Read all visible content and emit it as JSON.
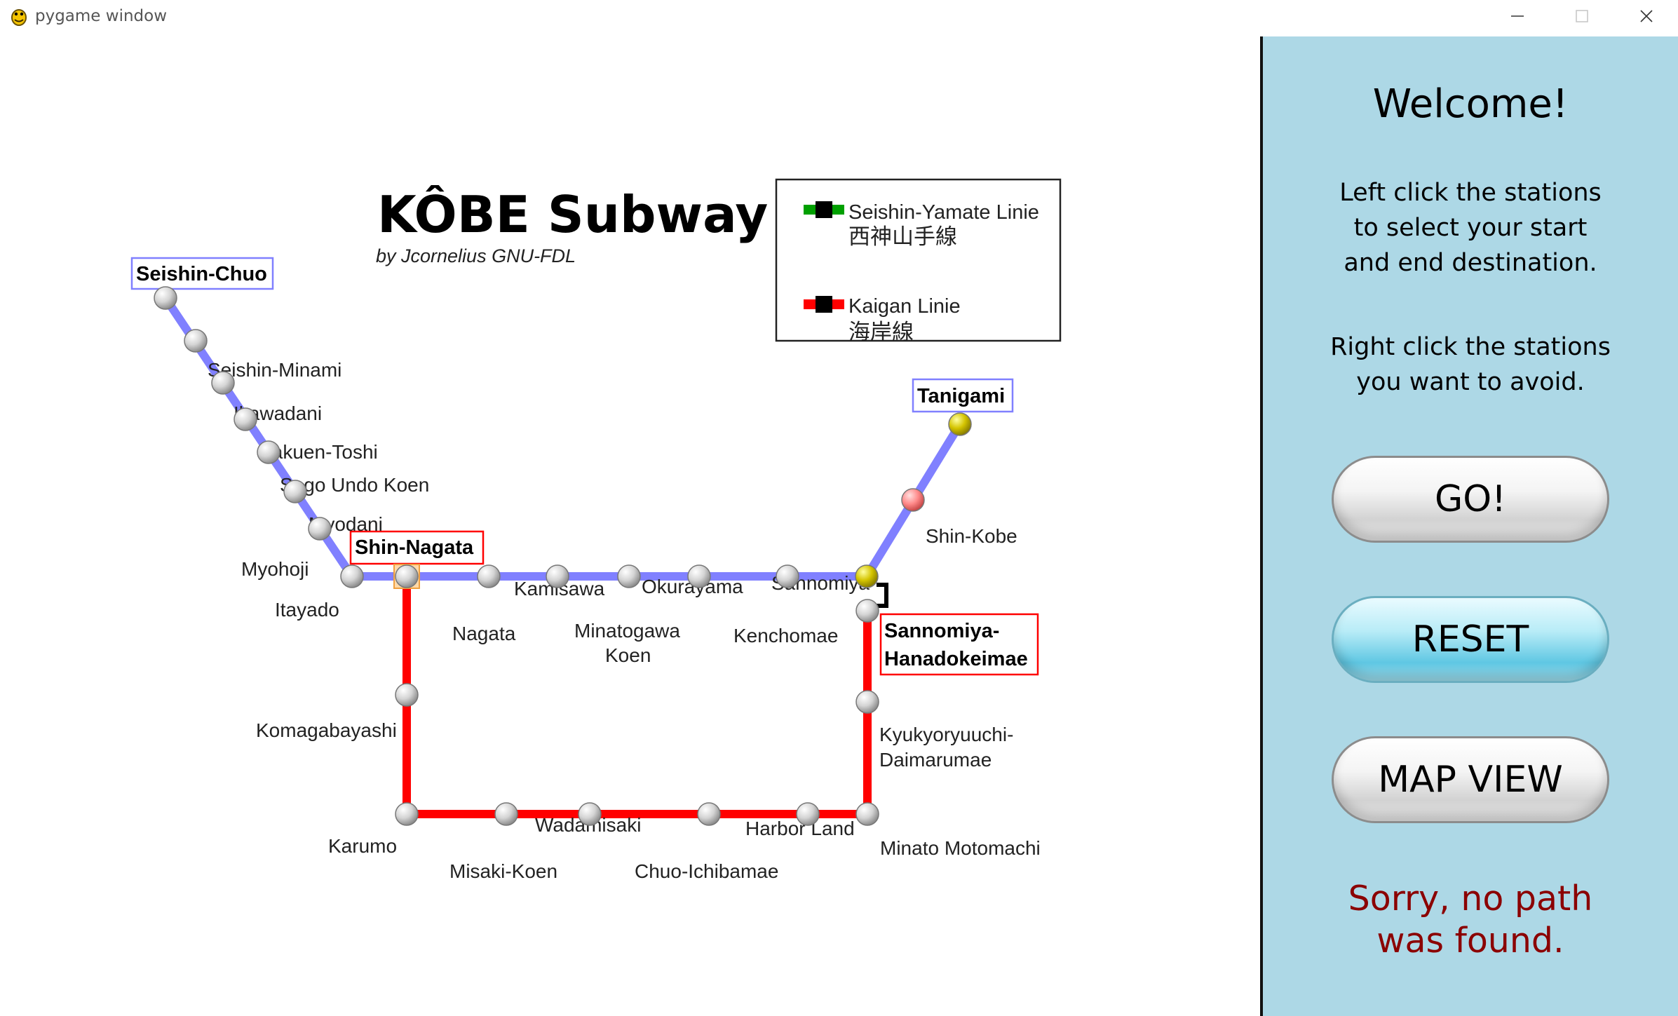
{
  "window": {
    "title": "pygame window",
    "icons": {
      "app": "pygame-snake-icon",
      "minimize": "minimize-icon",
      "maximize": "maximize-icon",
      "close": "close-icon"
    }
  },
  "map": {
    "title": "KÔBE Subway",
    "credit": "by Jcornelius GNU-FDL",
    "legend": [
      {
        "name": "Seishin-Yamate Linie",
        "japanese": "西神山手線",
        "color": "#00a000"
      },
      {
        "name": "Kaigan Linie",
        "japanese": "海岸線",
        "color": "#ff0000"
      }
    ],
    "line_colors": {
      "yamate": "#8080ff",
      "kaigan": "#ff0000"
    },
    "terminal_labels": {
      "seishin_chuo": "Seishin-Chuo",
      "tanigami": "Tanigami",
      "shin_nagata": "Shin-Nagata",
      "sannomiya_hanadokeimae_1": "Sannomiya-",
      "sannomiya_hanadokeimae_2": "Hanadokeimae"
    },
    "stations": {
      "seishin_minami": "Seishin-Minami",
      "ikawadani": "Ikawadani",
      "gakuen_toshi": "Gakuen-Toshi",
      "sogo_undo_koen": "Sogo Undo Koen",
      "myodani": "Myodani",
      "myohoji": "Myohoji",
      "itayado": "Itayado",
      "nagata": "Nagata",
      "kamisawa": "Kamisawa",
      "minatogawa_koen_1": "Minatogawa",
      "minatogawa_koen_2": "Koen",
      "okurayama": "Okurayama",
      "kenchomae": "Kenchomae",
      "sannomiya": "Sannomiya",
      "shin_kobe": "Shin-Kobe",
      "komagabayashi": "Komagabayashi",
      "karumo": "Karumo",
      "misaki_koen": "Misaki-Koen",
      "wadamisaki": "Wadamisaki",
      "chuo_ichibamae": "Chuo-Ichibamae",
      "harbor_land": "Harbor Land",
      "minato_motomachi": "Minato Motomachi",
      "kyukyoryuuchi_1": "Kyukyoryuuchi-",
      "kyukyoryuuchi_2": "Daimarumae"
    },
    "station_states": {
      "tanigami": "start-selected",
      "sannomiya": "end-selected",
      "shin_kobe": "avoided",
      "shin_nagata": "highlighted"
    },
    "state_colors": {
      "selected": "#d4c400",
      "avoided": "#ff8080",
      "default": "#cfcfcf"
    }
  },
  "sidebar": {
    "welcome": "Welcome!",
    "instructions_1": "Left click the stations\nto select your start\nand end destination.",
    "instructions_2": "Right click the stations\nyou want to avoid.",
    "go_label": "GO!",
    "reset_label": "RESET",
    "map_view_label": "MAP VIEW",
    "status": "Sorry, no path\nwas found.",
    "status_color": "#8b0000",
    "background": "#add8e6"
  }
}
